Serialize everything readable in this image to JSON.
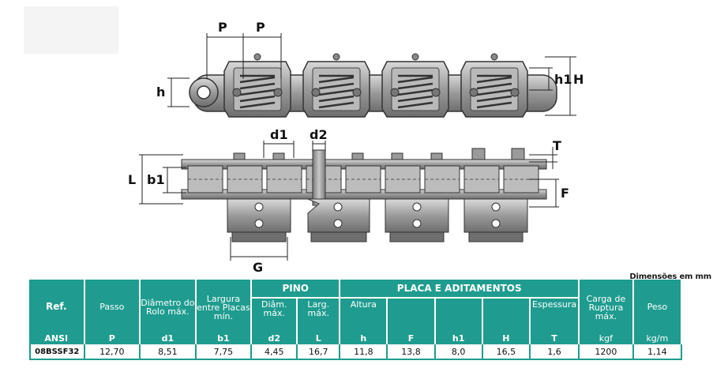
{
  "drawing": {
    "dimension_labels": {
      "P1": "P",
      "P2": "P",
      "h": "h",
      "h1": "h1",
      "H": "H",
      "d1": "d1",
      "d2": "d2",
      "T": "T",
      "L": "L",
      "b1": "b1",
      "F": "F",
      "G": "G"
    }
  },
  "units_note": "Dimensões em mm",
  "table": {
    "headers": {
      "ref": "Ref.",
      "ansi": "ANSI",
      "passo": "Passo",
      "passo_sym": "P",
      "diametro": "Diâmetro do Rolo máx.",
      "diametro_sym": "d1",
      "largura": "Largura entre Placas mín.",
      "largura_sym": "b1",
      "pino": "PINO",
      "pino_diam": "Diâm. máx.",
      "pino_diam_sym": "d2",
      "pino_larg": "Larg. máx.",
      "pino_larg_sym": "L",
      "placa": "PLACA E ADITAMENTOS",
      "altura": "Altura",
      "altura_sym": "h",
      "F_sym": "F",
      "h1_sym": "h1",
      "H_sym": "H",
      "espessura": "Espessura",
      "espessura_sym": "T",
      "carga": "Carga de Ruptura máx.",
      "carga_unit": "kgf",
      "peso": "Peso",
      "peso_unit": "kg/m"
    },
    "rows": [
      {
        "ref": "08BSSF32",
        "P": "12,70",
        "d1": "8,51",
        "b1": "7,75",
        "d2": "4,45",
        "L": "16,7",
        "h": "11,8",
        "F": "13,8",
        "h1": "8,0",
        "H": "16,5",
        "T": "1,6",
        "kgf": "1200",
        "kgm": "1,14"
      }
    ]
  }
}
